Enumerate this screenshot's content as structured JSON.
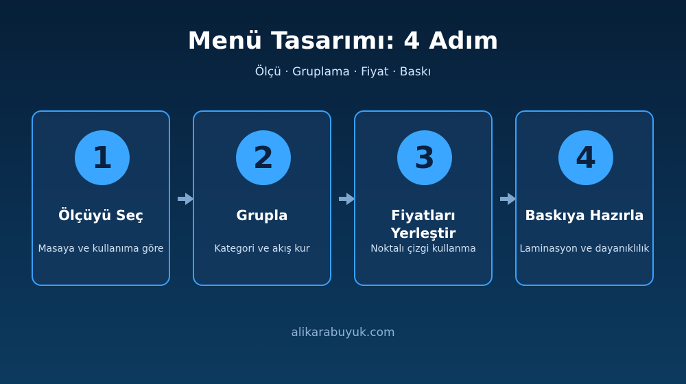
{
  "title": "Menü Tasarımı: 4 Adım",
  "subtitle": "Ölçü · Gruplama · Fiyat · Baskı",
  "steps": [
    {
      "number": "1",
      "title": "Ölçüyü Seç",
      "description": "Masaya ve kullanıma göre"
    },
    {
      "number": "2",
      "title": "Grupla",
      "description": "Kategori ve akış kur"
    },
    {
      "number": "3",
      "title": "Fiyatları Yerleştir",
      "description": "Noktalı çizgi kullanma"
    },
    {
      "number": "4",
      "title": "Baskıya Hazırla",
      "description": "Laminasyon ve dayanıklılık"
    }
  ],
  "footer": "alikarabuyuk.com",
  "colors": {
    "accent": "#3aa6ff",
    "card_border": "#3aa0ff",
    "arrow": "#7fa7cf"
  },
  "icons": [
    "arrow-right-icon"
  ]
}
